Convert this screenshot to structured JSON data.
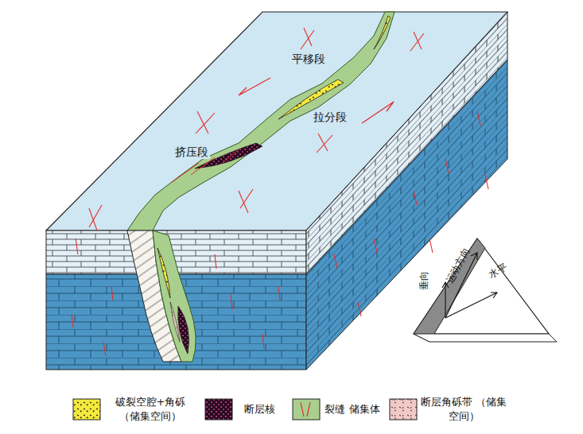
{
  "diagram": {
    "labels": [
      "平移段",
      "拉分段",
      "挤压段",
      "垂向",
      "运动方向",
      "水平"
    ],
    "legend": [
      {
        "text": "破裂空腔+角砾 （储集空间）"
      },
      {
        "text": "断层核"
      },
      {
        "text": "裂缝 储集体"
      },
      {
        "text": "断层角砾带 （储集空间）"
      }
    ]
  }
}
